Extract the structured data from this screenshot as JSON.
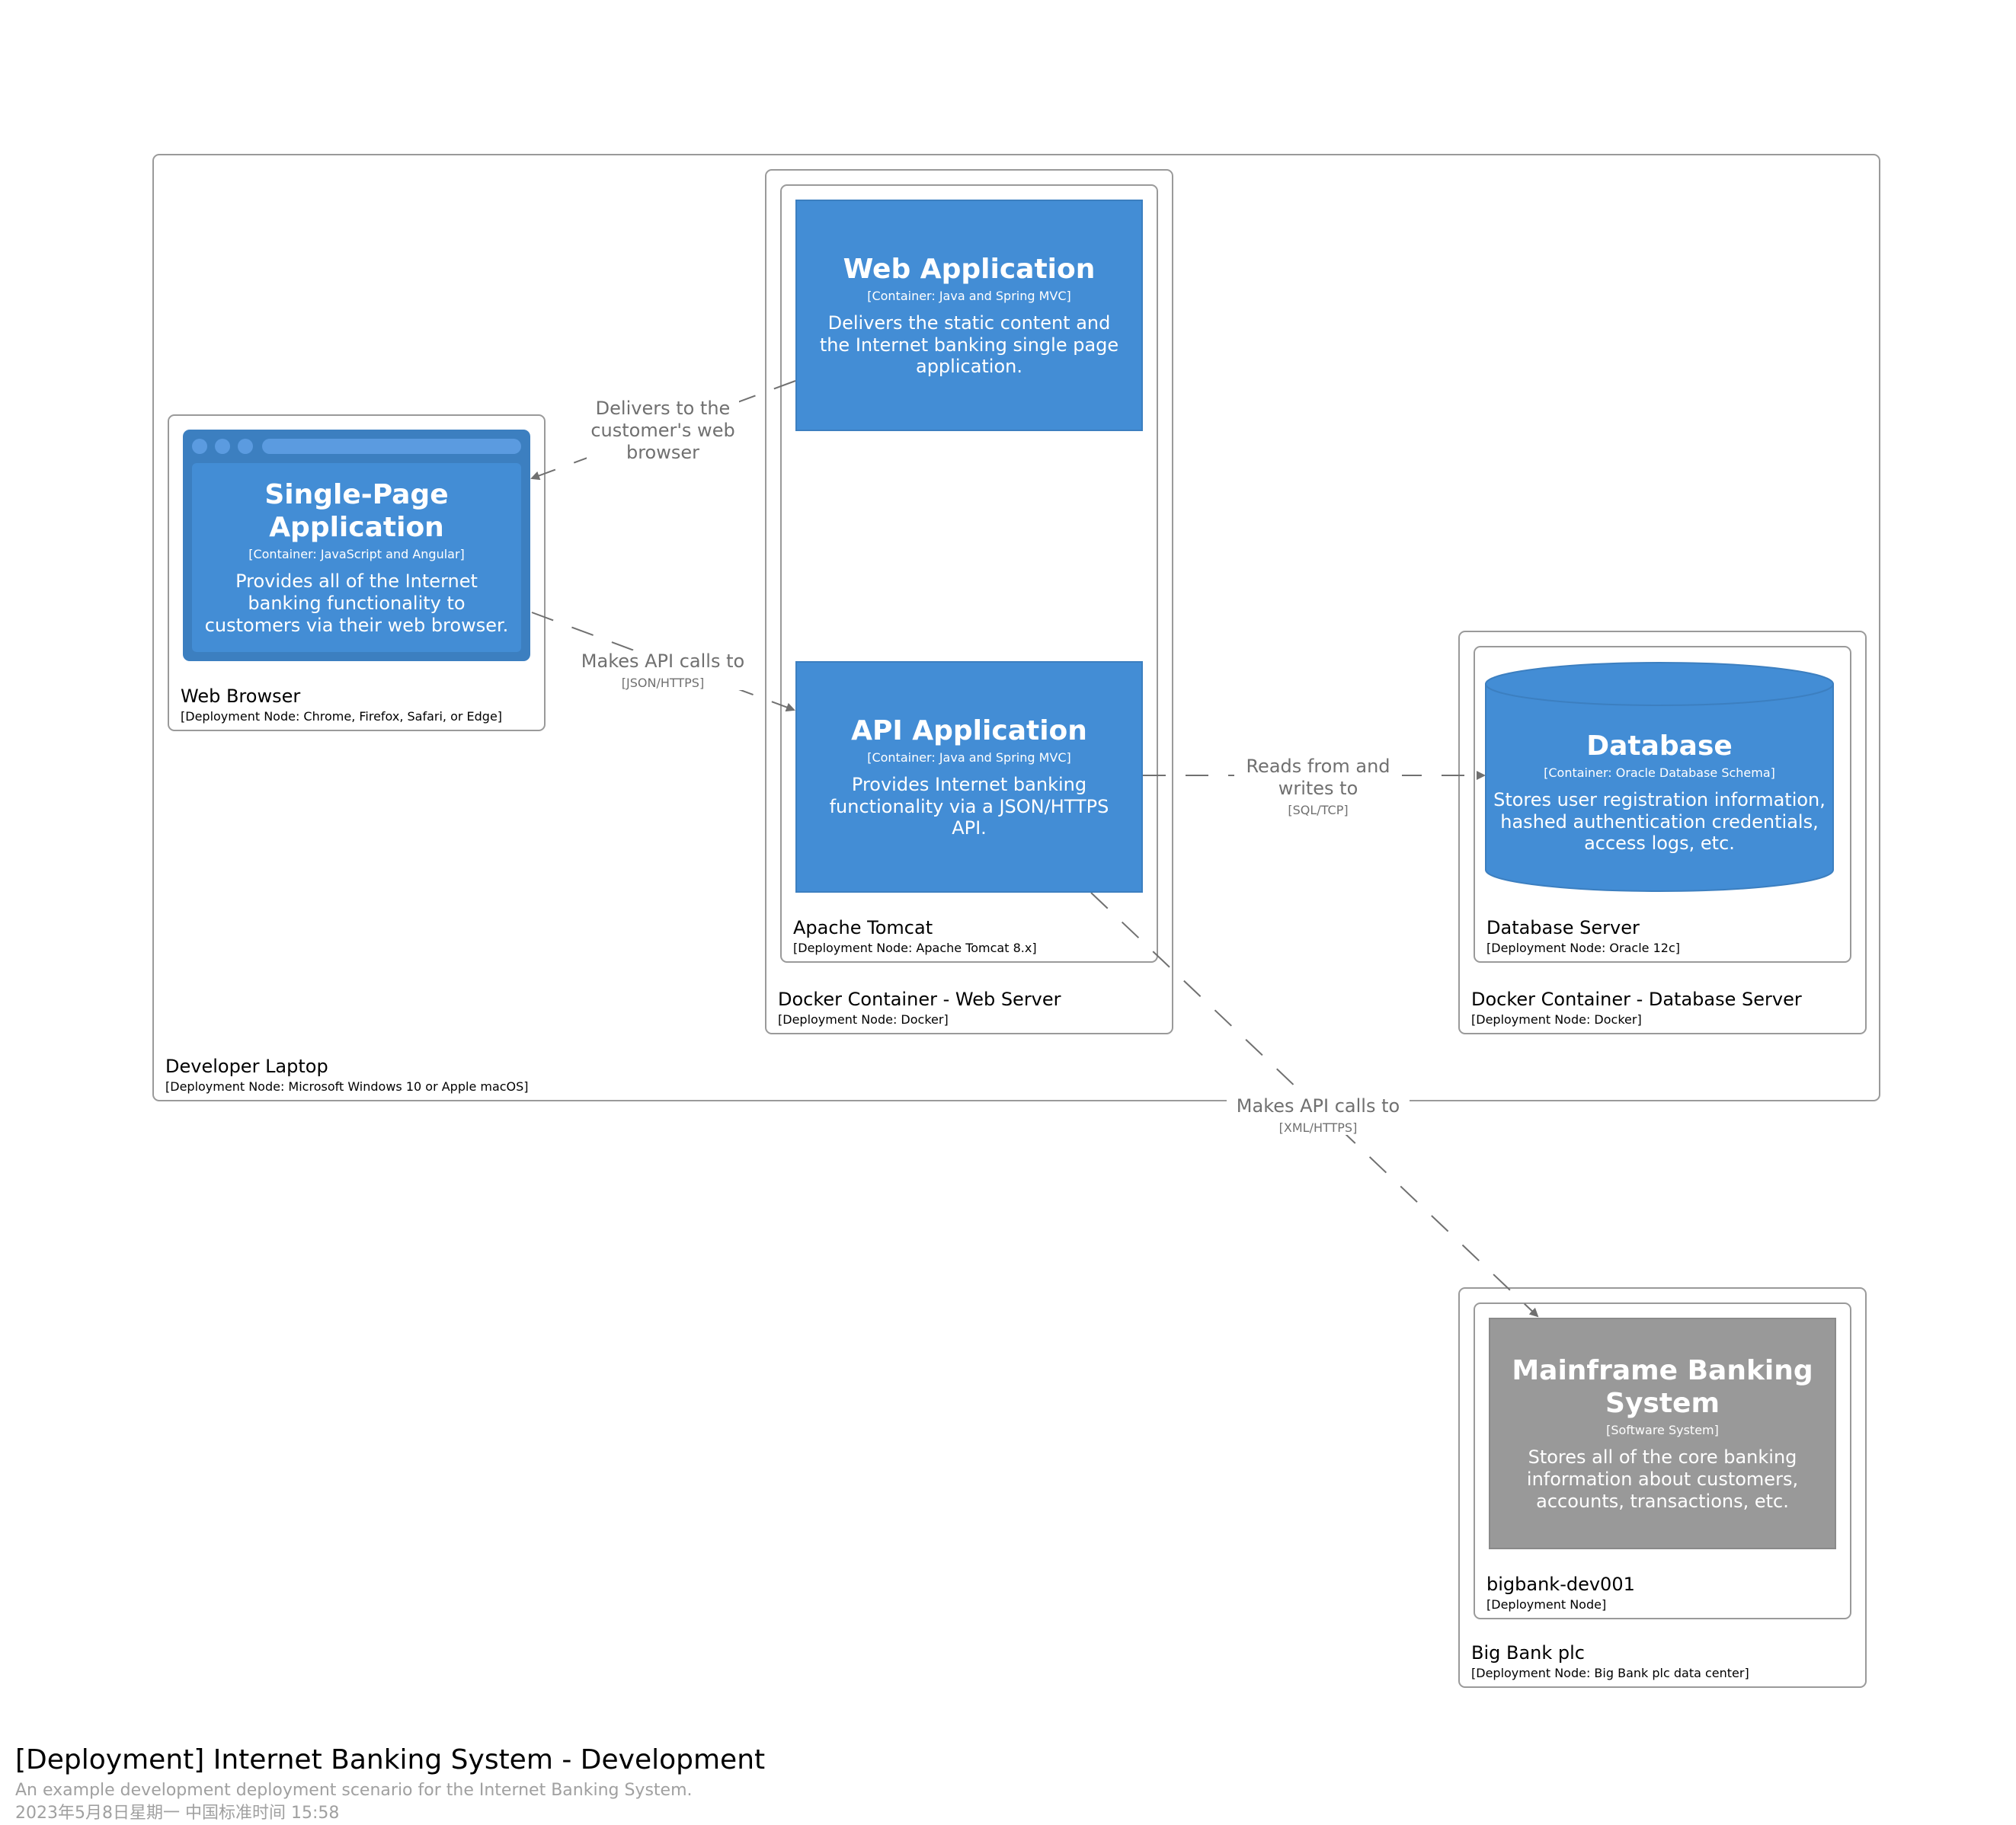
{
  "nodes": {
    "developer_laptop": {
      "name": "Developer Laptop",
      "type": "[Deployment Node: Microsoft Windows 10 or Apple macOS]"
    },
    "web_browser": {
      "name": "Web Browser",
      "type": "[Deployment Node: Chrome, Firefox, Safari, or Edge]"
    },
    "docker_web": {
      "name": "Docker Container - Web Server",
      "type": "[Deployment Node: Docker]"
    },
    "apache_tomcat": {
      "name": "Apache Tomcat",
      "type": "[Deployment Node: Apache Tomcat 8.x]"
    },
    "docker_db": {
      "name": "Docker Container - Database Server",
      "type": "[Deployment Node: Docker]"
    },
    "database_server": {
      "name": "Database Server",
      "type": "[Deployment Node: Oracle 12c]"
    },
    "big_bank": {
      "name": "Big Bank plc",
      "type": "[Deployment Node: Big Bank plc data center]"
    },
    "bigbank_dev001": {
      "name": "bigbank-dev001",
      "type": "[Deployment Node]"
    }
  },
  "containers": {
    "web_app": {
      "title": "Web Application",
      "tech": "[Container: Java and Spring MVC]",
      "desc": "Delivers the static content and the Internet banking single page application."
    },
    "spa": {
      "title": "Single-Page Application",
      "tech": "[Container: JavaScript and Angular]",
      "desc": "Provides all of the Internet banking functionality to customers via their web browser."
    },
    "api_app": {
      "title": "API Application",
      "tech": "[Container: Java and Spring MVC]",
      "desc": "Provides Internet banking functionality via a JSON/HTTPS API."
    },
    "database": {
      "title": "Database",
      "tech": "[Container: Oracle Database Schema]",
      "desc": "Stores user registration information, hashed authentication credentials, access logs, etc."
    },
    "mainframe": {
      "title": "Mainframe Banking System",
      "tech": "[Software System]",
      "desc": "Stores all of the core banking information about customers, accounts, transactions, etc."
    }
  },
  "relationships": {
    "delivers": {
      "desc": "Delivers to the customer's web browser",
      "tech": ""
    },
    "api_calls": {
      "desc": "Makes API calls to",
      "tech": "[JSON/HTTPS]"
    },
    "reads": {
      "desc": "Reads from and writes to",
      "tech": "[SQL/TCP]"
    },
    "xml_calls": {
      "desc": "Makes API calls to",
      "tech": "[XML/HTTPS]"
    }
  },
  "footer": {
    "title": "[Deployment] Internet Banking System - Development",
    "description": "An example development deployment scenario for the Internet Banking System.",
    "date": "2023年5月8日星期一 中国标准时间 15:58"
  },
  "colors": {
    "container_blue": "#438dd5",
    "browser_frame": "#3c7fc0",
    "software_system_grey": "#999999",
    "node_border": "#9a9a9a",
    "edge": "#707070"
  }
}
